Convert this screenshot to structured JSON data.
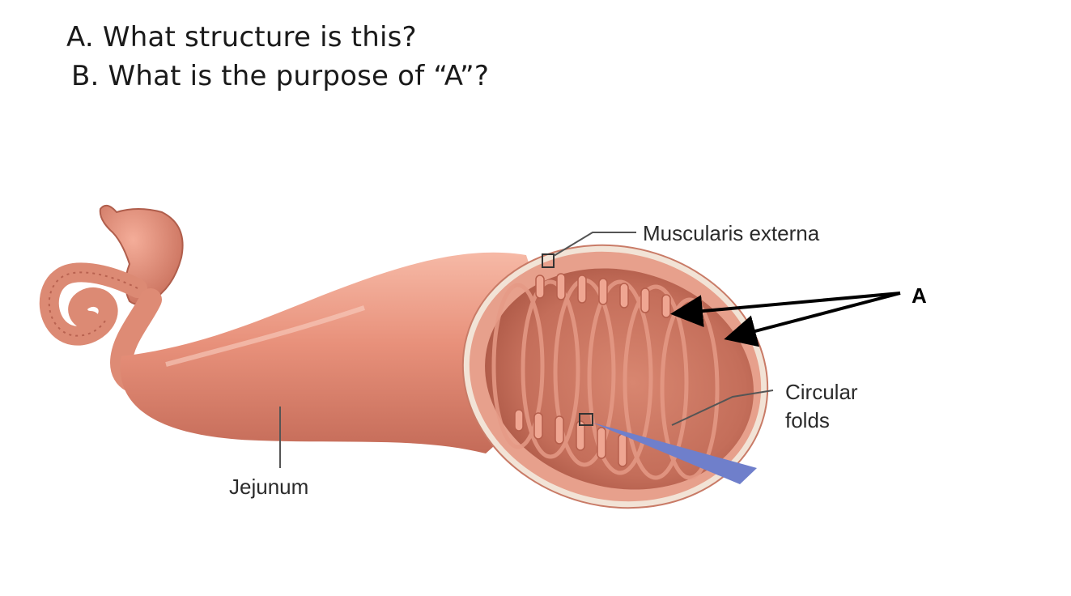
{
  "questions": {
    "a": "A. What structure is this?",
    "b": "B. What is the purpose of “A”?"
  },
  "figure": {
    "labels": {
      "muscularis": "Muscularis externa",
      "circular_line1": "Circular",
      "circular_line2": "folds",
      "jejunum": "Jejunum",
      "marker": "A"
    },
    "colors": {
      "tissue": "#e59480",
      "tissue_dark": "#b9604e",
      "lumen": "#c9725e",
      "wall_edge": "#f1e4d8",
      "pointer": "#6f7fcb"
    }
  }
}
